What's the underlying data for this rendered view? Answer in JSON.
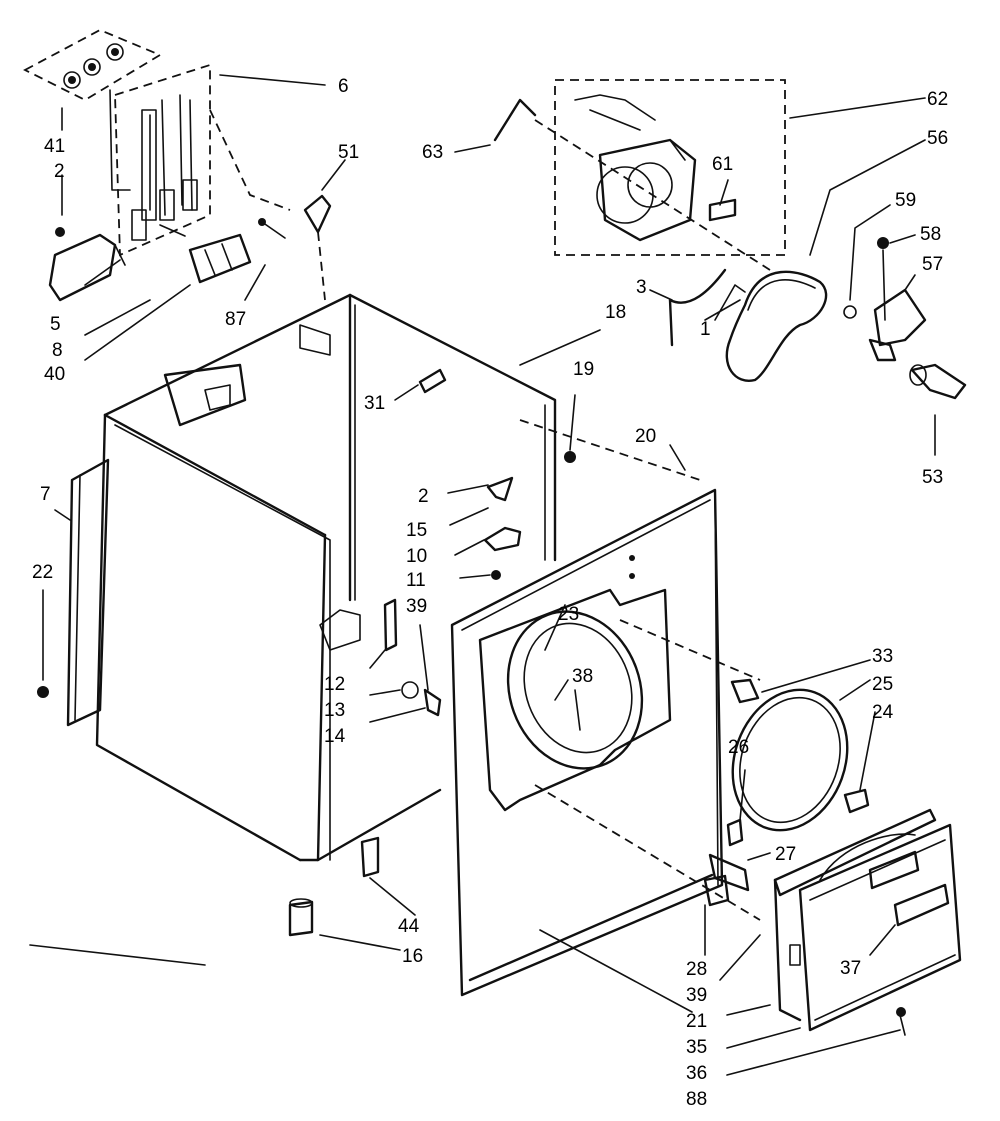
{
  "part_labels": [
    "41",
    "2",
    "5",
    "8",
    "40",
    "87",
    "51",
    "6",
    "63",
    "62",
    "56",
    "61",
    "3",
    "1",
    "59",
    "58",
    "57",
    "53",
    "7",
    "22",
    "31",
    "18",
    "19",
    "2",
    "15",
    "10",
    "11",
    "20",
    "39",
    "12",
    "13",
    "14",
    "23",
    "38",
    "33",
    "25",
    "24",
    "26",
    "27",
    "28",
    "39",
    "44",
    "16",
    "37",
    "21",
    "35",
    "36",
    "88"
  ],
  "colors": {
    "ink": "#111111",
    "background": "#ffffff"
  }
}
